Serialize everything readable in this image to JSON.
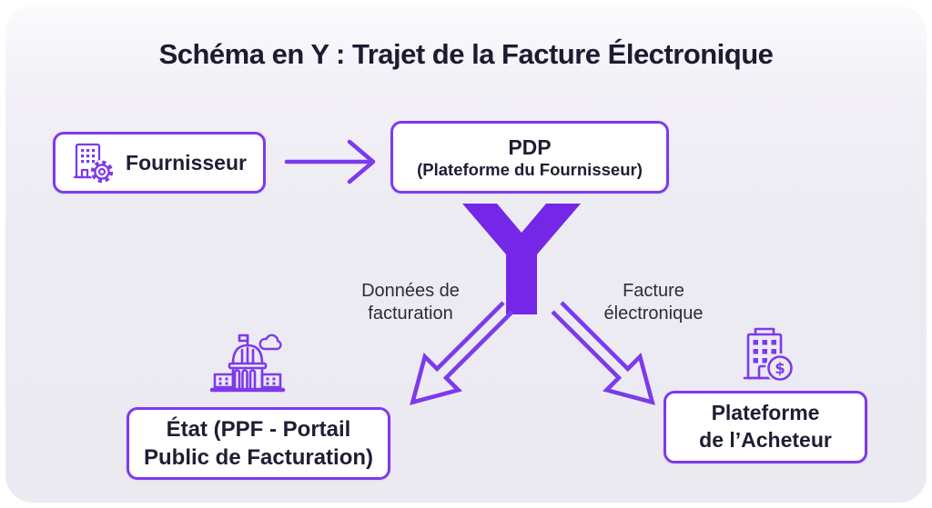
{
  "title": "Schéma en Y : Trajet de la Facture Électronique",
  "nodes": {
    "fournisseur": {
      "label": "Fournisseur",
      "icon": "building-gear-icon"
    },
    "pdp": {
      "title": "PDP",
      "subtitle": "(Plateforme du Fournisseur)"
    },
    "etat": {
      "line1": "État (PPF - Portail",
      "line2": "Public de Facturation)",
      "icon": "government-building-cloud-icon"
    },
    "acheteur": {
      "line1": "Plateforme",
      "line2": "de l’Acheteur",
      "icon": "building-dollar-icon"
    }
  },
  "flows": {
    "fournisseur_to_pdp": {
      "label": ""
    },
    "left": {
      "line1": "Données de",
      "line2": "facturation",
      "target": "etat"
    },
    "right": {
      "line1": "Facture",
      "line2": "électronique",
      "target": "acheteur"
    }
  },
  "shapes": {
    "y_letter": "Y"
  },
  "colors": {
    "purple_stroke": "#7C3AED",
    "y_fill": "#7527E8",
    "text_dark": "#1D1B31",
    "node_background": "#FFFFFF",
    "card_background": "#EDEBF2"
  }
}
